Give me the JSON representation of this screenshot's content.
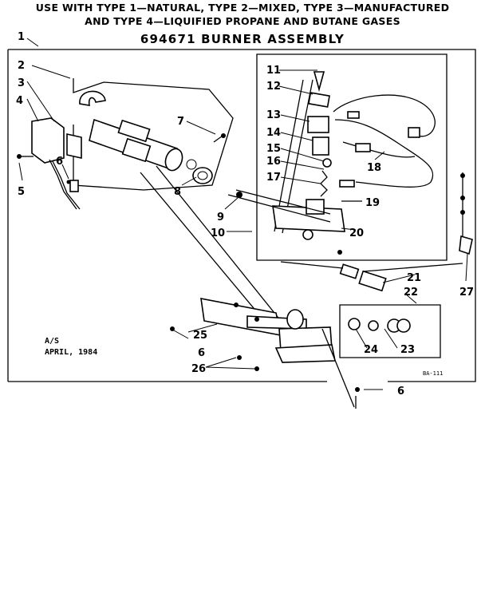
{
  "header": {
    "line1": "USE WITH TYPE 1—NATURAL, TYPE 2—MIXED, TYPE 3—MANUFACTURED",
    "line2": "AND TYPE 4—LIQUIFIED PROPANE AND BUTANE GASES",
    "title": "694671 BURNER ASSEMBLY"
  },
  "callouts": {
    "c1": "1",
    "c2": "2",
    "c3": "3",
    "c4": "4",
    "c5": "5",
    "c6a": "6",
    "c6b": "6",
    "c6c": "6",
    "c7": "7",
    "c8": "8",
    "c9": "9",
    "c10": "10",
    "c11": "11",
    "c12": "12",
    "c13": "13",
    "c14": "14",
    "c15": "15",
    "c16": "16",
    "c17": "17",
    "c18": "18",
    "c19": "19",
    "c20": "20",
    "c21": "21",
    "c22": "22",
    "c23": "23",
    "c24": "24",
    "c25": "25",
    "c26": "26",
    "c27": "27"
  },
  "notes": {
    "rev": "A/S",
    "date": "APRIL, 1984",
    "code": "BA-111"
  }
}
